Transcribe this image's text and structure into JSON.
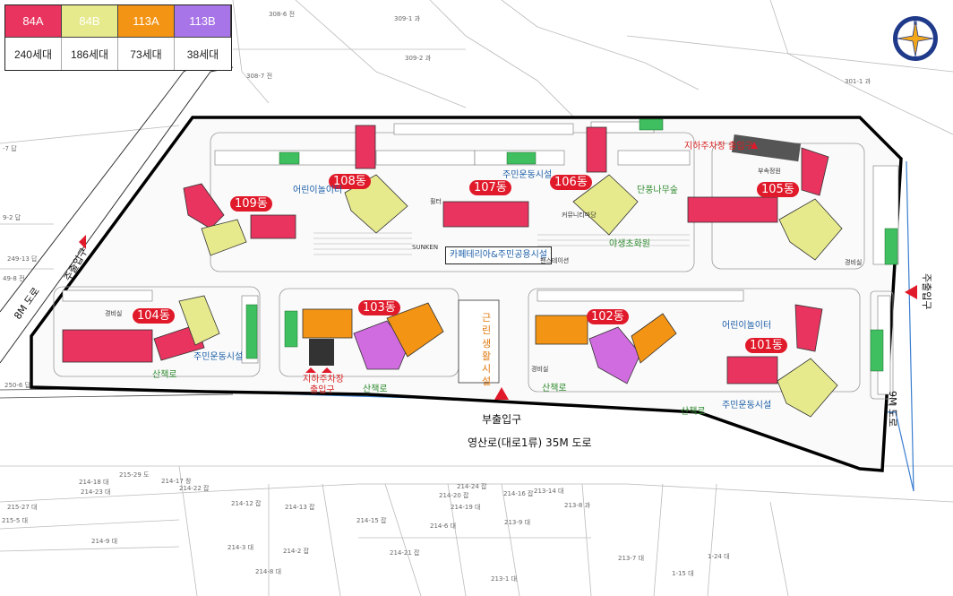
{
  "legend": {
    "types": [
      {
        "name": "84A",
        "units": "240세대",
        "color": "#e8345f"
      },
      {
        "name": "84B",
        "units": "186세대",
        "color": "#e6ea8c"
      },
      {
        "name": "113A",
        "units": "73세대",
        "color": "#f39414"
      },
      {
        "name": "113B",
        "units": "38세대",
        "color": "#a875e8"
      }
    ]
  },
  "buildings": {
    "b101": "101동",
    "b102": "102동",
    "b103": "103동",
    "b104": "104동",
    "b105": "105동",
    "b106": "106동",
    "b107": "107동",
    "b108": "108동",
    "b109": "109동"
  },
  "facilities": {
    "fitness_top": "주민운동시설",
    "fitness_104": "주민운동시설",
    "fitness_101": "주민운동시설",
    "playground_108": "어린이놀이터",
    "playground_102": "어린이놀이터",
    "cafe": "카페테리아&주민공용시설",
    "sunken": "SUNKEN",
    "community": "커뮤니티마당",
    "garden": "야생초화원",
    "forest": "단풍나무숲",
    "guard1": "경비실",
    "guard2": "경비실",
    "guard3": "경비실",
    "court": "부속정원",
    "filter": "휠터",
    "ventilation": "팬스테이션",
    "retail": "근린생활시설"
  },
  "paths": {
    "walk1": "산책로",
    "walk2": "산책로",
    "walk3": "산책로",
    "walk4": "산책로"
  },
  "roads": {
    "main_road": "영산로(대로1류) 35M 도로",
    "road_8m": "8M 도로",
    "road_9m": "9M 도로"
  },
  "entrances": {
    "sub_entrance": "부출입구",
    "main_entrance": "주출입구",
    "left_entrance": "주출입구",
    "parking_top": "지하주차장 출입구",
    "parking_bottom_1": "지하주차장",
    "parking_bottom_2": "출입구"
  },
  "parcels": {
    "p1": "308-6 전",
    "p2": "309-1 과",
    "p3": "309-2 과",
    "p4": "308-7 전",
    "p5": "301-1 과",
    "p6": "-7 답",
    "p7": "9-2 답",
    "p8": "249-13 답",
    "p9": "49-8 전",
    "p10": "250-6 답",
    "p11": "214-18 대",
    "p12": "214-23 대",
    "p13": "215-29 도",
    "p14": "214-17 창",
    "p15": "214-22 잡",
    "p16": "214-12 잡",
    "p17": "214-13 잡",
    "p18": "214-24 잡",
    "p19": "214-20 잡",
    "p20": "214-19 대",
    "p21": "214-16 잡",
    "p22": "213-14 대",
    "p23": "213-8 과",
    "p24": "214-15 잡",
    "p25": "214-6 대",
    "p26": "213-9 대",
    "p27": "214-9 대",
    "p28": "214-3 대",
    "p29": "214-2 잡",
    "p30": "214-8 대",
    "p31": "214-21 잡",
    "p32": "213-7 대",
    "p33": "1-15 대",
    "p34": "1-24 대",
    "p35": "213-1 대",
    "p36": "215-5 대",
    "p37": "215-27 대"
  }
}
